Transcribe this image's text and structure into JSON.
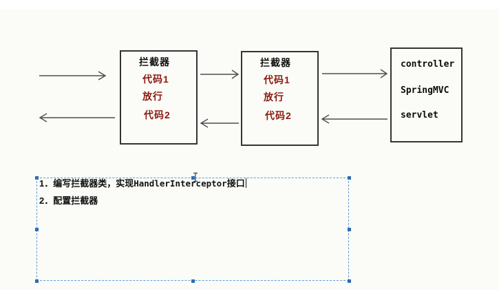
{
  "boxes": {
    "interceptor_left": {
      "title": "拦截器",
      "code1": "代码1",
      "pass": "放行",
      "code2": "代码2"
    },
    "interceptor_right": {
      "title": "拦截器",
      "code1": "代码1",
      "pass": "放行",
      "code2": "代码2"
    },
    "server": {
      "line1": "controller",
      "line2": "SpringMVC",
      "line3": "servlet"
    }
  },
  "notes": {
    "line1_prefix": "1．编写拦截器类，实现",
    "line1_code": "HandlerInterceptor",
    "line1_suffix": "接口",
    "line2": "2．配置拦截器"
  },
  "colors": {
    "background": "#fbfbf7",
    "box_border": "#333333",
    "red_text": "#8a1a10",
    "arrow": "#4d4d4d",
    "selection_dash": "#5b9bd5",
    "selection_handle": "#2e6db4"
  }
}
